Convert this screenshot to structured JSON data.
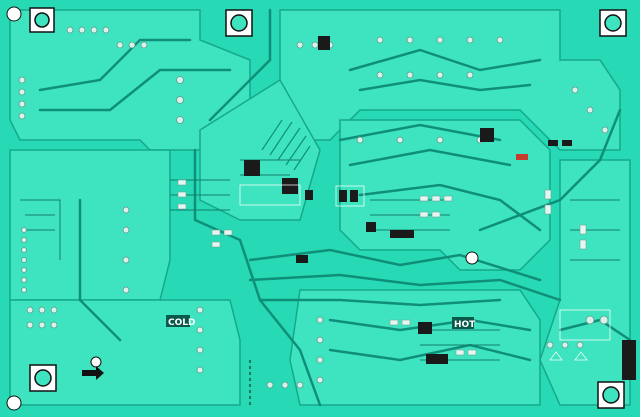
{
  "photo": {
    "subject": "pcb-solder-side",
    "labels": {
      "cold": "COLD",
      "hot": "HOT"
    },
    "colors": {
      "board": "#27d9b4",
      "copper": "#3fe6c2",
      "trace": "#0f8f7a",
      "pad": "#d8f2ea",
      "component": "#1a1a1a",
      "silkscreen": "#ffffff",
      "accent": "#c83a2e"
    }
  }
}
